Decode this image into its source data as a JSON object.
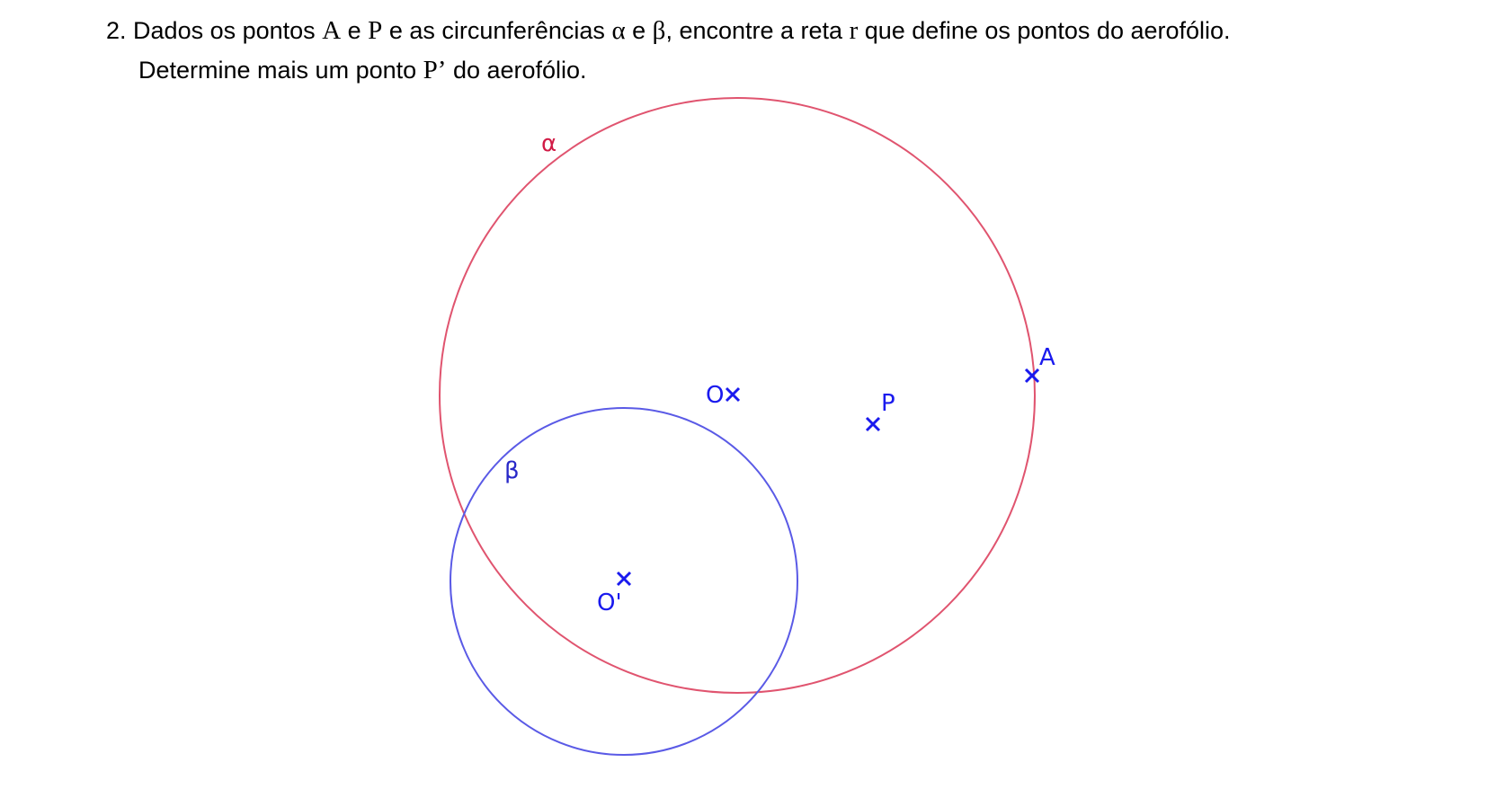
{
  "problem": {
    "number": "2.",
    "line1_parts": [
      {
        "t": "Dados os pontos ",
        "s": false
      },
      {
        "t": "A",
        "s": true
      },
      {
        "t": " e ",
        "s": false
      },
      {
        "t": "P",
        "s": true
      },
      {
        "t": " e as circunferências ",
        "s": false
      },
      {
        "t": "α",
        "s": true
      },
      {
        "t": " e ",
        "s": false
      },
      {
        "t": "β",
        "s": true
      },
      {
        "t": ", encontre a reta ",
        "s": false
      },
      {
        "t": "r",
        "s": true
      },
      {
        "t": " que define os pontos do aerofólio.",
        "s": false
      }
    ],
    "line2_parts": [
      {
        "t": "Determine mais um ponto ",
        "s": false
      },
      {
        "t": "P’",
        "s": true
      },
      {
        "t": " do aerofólio.",
        "s": false
      }
    ]
  },
  "figure": {
    "colors": {
      "circle_alpha": "#e0546f",
      "circle_beta": "#5a5ae6",
      "points": "#1a1aee",
      "label_alpha": "#d11a45",
      "label_beta": "#2828c8"
    },
    "circle_alpha_label": "α",
    "circle_beta_label": "β",
    "points": [
      {
        "id": "O",
        "label": "O"
      },
      {
        "id": "P",
        "label": "P"
      },
      {
        "id": "A",
        "label": "A"
      },
      {
        "id": "O2",
        "label": "O'"
      }
    ]
  }
}
